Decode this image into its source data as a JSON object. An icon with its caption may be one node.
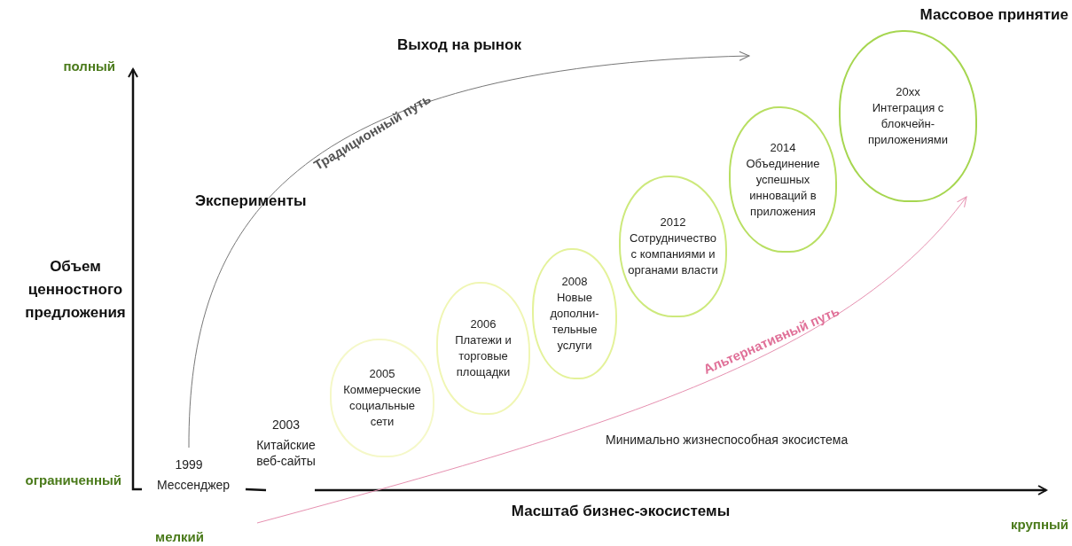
{
  "diagram": {
    "nodes": [
      {
        "text": [
          "2005",
          "Коммерческие социальные сети"
        ]
      },
      {
        "text": [
          "2006",
          "Платежи и торговые площадки"
        ]
      },
      {
        "text": [
          "2008",
          "Новые дополни- тельные услуги"
        ]
      },
      {
        "text": [
          "2012",
          "Сотрудничество с компаниями и органами власти"
        ]
      },
      {
        "text": [
          "2014",
          "Объединение успешных инноваций в приложения"
        ]
      },
      {
        "text": [
          "20xx",
          "Интеграция с блокчейн- приложениями"
        ]
      }
    ],
    "labels": [
      "Массовое принятие",
      "Выход на рынок",
      "полный",
      "Традиционный путь",
      "Эксперименты",
      "Объем ценностного предложения",
      "Альтернативный путь",
      "Минимально жизнеспособная экосистема",
      "1999",
      "Мессенджер",
      "2003",
      "Китайские веб-сайты",
      "ограниченный",
      "Масштаб бизнес-экосистемы",
      "крупный",
      "мелкий"
    ]
  }
}
